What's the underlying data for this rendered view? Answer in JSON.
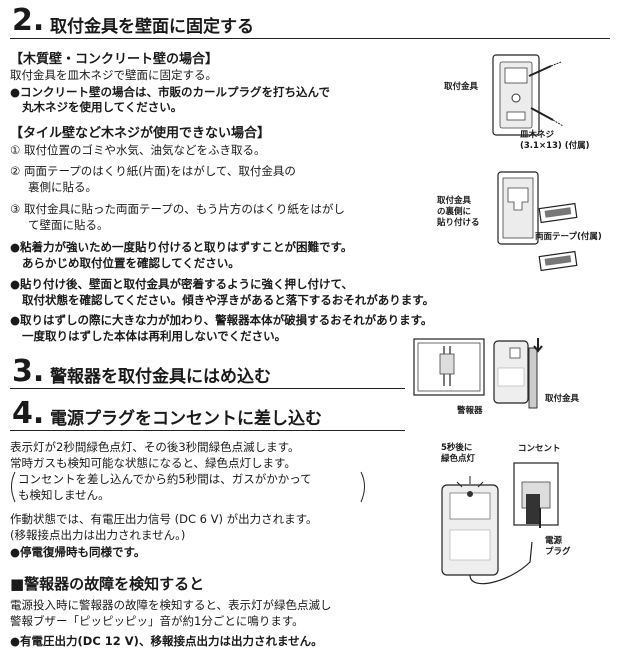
{
  "sec2": {
    "num": "2.",
    "title": "取付金具を壁面に固定する",
    "wood_heading": "【木質壁・コンクリート壁の場合】",
    "wood_body": "取付金具を皿木ネジで壁面に固定する。",
    "wood_note_1": "●コンクリート壁の場合は、市販のカールプラグを打ち込んで",
    "wood_note_2": "丸木ネジを使用してください。",
    "tile_heading": "【タイル壁など木ネジが使用できない場合】",
    "step1": "① 取付位置のゴミや水気、油気などをふき取る。",
    "step2_1": "② 両面テープのはくり紙(片面)をはがして、取付金具の",
    "step2_2": "裏側に貼る。",
    "step3_1": "③ 取付金具に貼った両面テープの、もう片方のはくり紙をはがし",
    "step3_2": "て壁面に貼る。",
    "note1_1": "●粘着力が強いため一度貼り付けると取りはずすことが困難です。",
    "note1_2": "あらかじめ取付位置を確認してください。",
    "note2_1": "●貼り付け後、壁面と取付金具が密着するように強く押し付けて、",
    "note2_2": "取付状態を確認してください。傾きや浮きがあると落下するおそれがあります。",
    "note3_1": "●取りはずしの際に大きな力が加わり、警報器本体が破損するおそれがあります。",
    "note3_2": "一度取りはずした本体は再利用しないでください。",
    "fig_bracket": "取付金具",
    "fig_screw_1": "皿木ネジ",
    "fig_screw_2": "(3.1×13) (付属)",
    "fig_back_1": "取付金具",
    "fig_back_2": "の裏側に",
    "fig_back_3": "貼り付ける",
    "fig_tape": "両面テープ(付属)"
  },
  "sec3": {
    "num": "3.",
    "title": "警報器を取付金具にはめ込む",
    "fig_alarm": "警報器",
    "fig_bracket": "取付金具"
  },
  "sec4": {
    "num": "4.",
    "title": "電源プラグをコンセントに差し込む",
    "body1": "表示灯が2秒間緑色点灯、その後3秒間緑色点滅します。",
    "body2": "常時ガスも検知可能な状態になると、緑色点灯します。",
    "body3_1": "コンセントを差し込んでから約5秒間は、ガスがかかって",
    "body3_2": "も検知しません。",
    "body4": "作動状態では、有電圧出力信号 (DC 6 V) が出力されます。",
    "body5": "(移報接点出力は出力されません。)",
    "note": "●停電復帰時も同様です。",
    "fig_5sec_1": "5秒後に",
    "fig_5sec_2": "緑色点灯",
    "fig_outlet": "コンセント",
    "fig_plug_1": "電源",
    "fig_plug_2": "プラグ"
  },
  "fault": {
    "heading": "■警報器の故障を検知すると",
    "body1": "電源投入時に警報器の故障を検知すると、表示灯が緑色点滅し",
    "body2": "警報ブザー「ピッピッピッ」音が約1分ごとに鳴ります。",
    "note": "●有電圧出力(DC 12 V)、移報接点出力は出力されません。"
  }
}
